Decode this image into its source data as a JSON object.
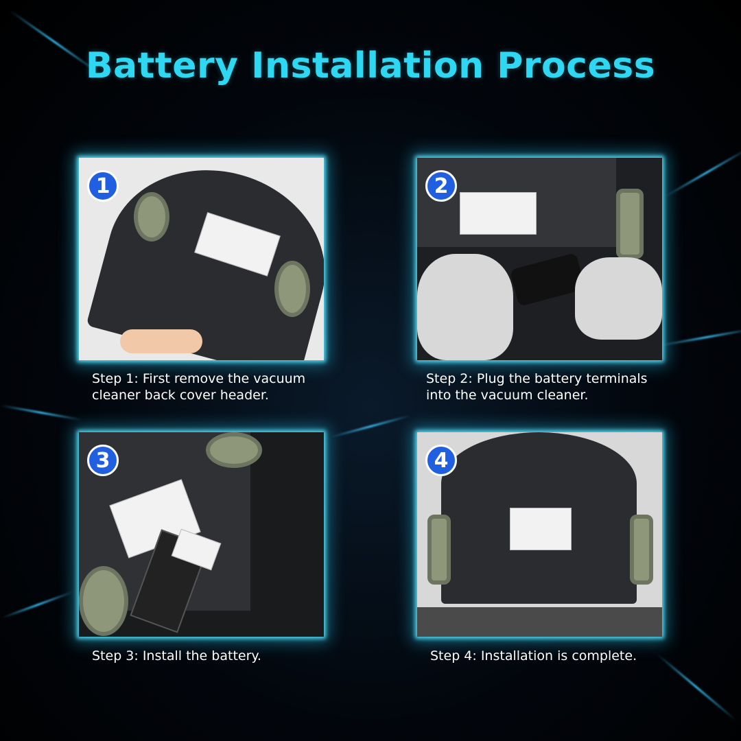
{
  "title": "Battery Installation Process",
  "steps": [
    {
      "number": "1",
      "caption_line1": "Step 1: First remove the vacuum",
      "caption_line2": "cleaner back cover header."
    },
    {
      "number": "2",
      "caption_line1": "Step 2: Plug the battery terminals",
      "caption_line2": "into the vacuum cleaner."
    },
    {
      "number": "3",
      "caption_line1": "Step 3: Install the battery.",
      "caption_line2": ""
    },
    {
      "number": "4",
      "caption_line1": "Step 4: Installation is complete.",
      "caption_line2": ""
    }
  ],
  "colors": {
    "title": "#2fd8f2",
    "badge": "#1f5fe0",
    "glow": "#5ae6ff"
  }
}
